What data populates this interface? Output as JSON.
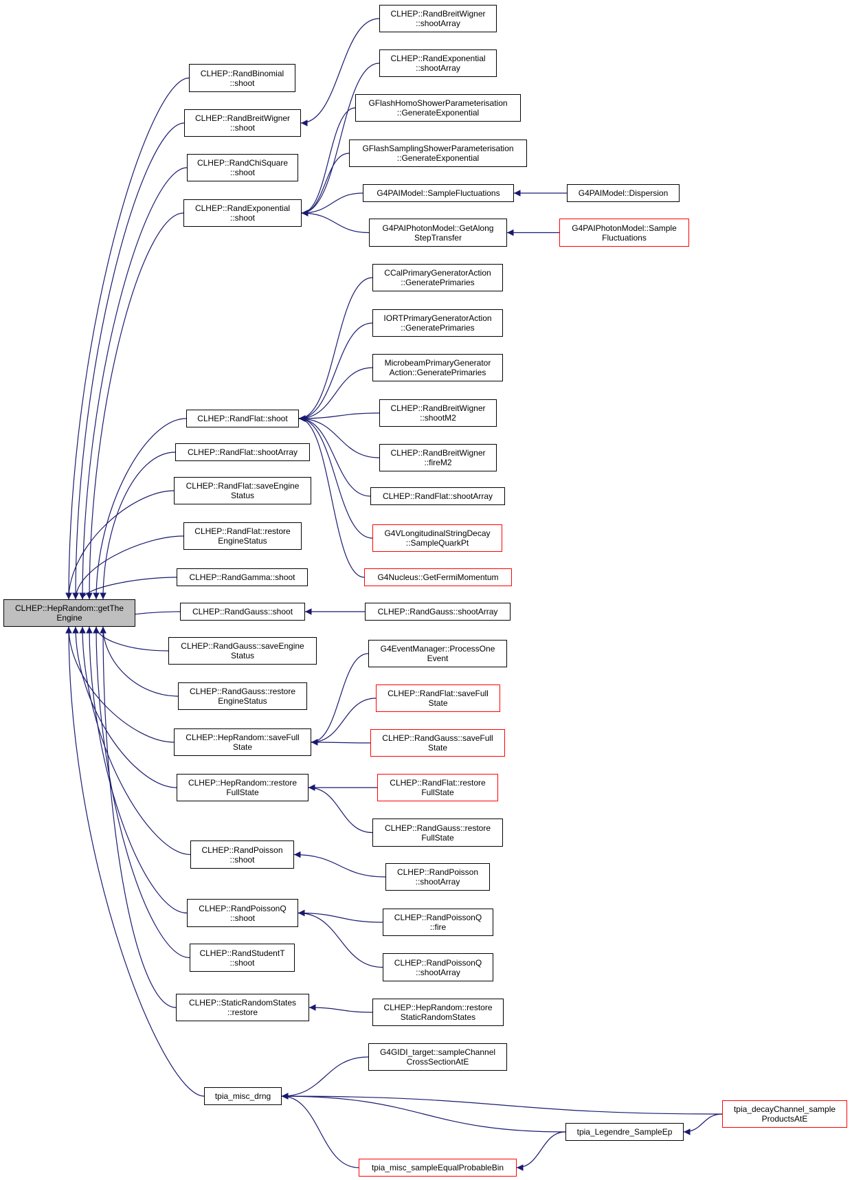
{
  "colors": {
    "edge": "#191970",
    "node_border": "#000000",
    "node_border_truncated": "#ff0000",
    "root_fill": "#bfbfbf"
  },
  "nodes": [
    {
      "id": "root",
      "label": "CLHEP::HepRandom::getThe\nEngine",
      "style": "root"
    },
    {
      "id": "binomial",
      "label": "CLHEP::RandBinomial\n::shoot"
    },
    {
      "id": "bw_shoot",
      "label": "CLHEP::RandBreitWigner\n::shoot"
    },
    {
      "id": "chisq",
      "label": "CLHEP::RandChiSquare\n::shoot"
    },
    {
      "id": "exp_shoot",
      "label": "CLHEP::RandExponential\n::shoot"
    },
    {
      "id": "flat_shoot",
      "label": "CLHEP::RandFlat::shoot"
    },
    {
      "id": "flat_shootarray_l",
      "label": "CLHEP::RandFlat::shootArray"
    },
    {
      "id": "flat_saveengine",
      "label": "CLHEP::RandFlat::saveEngine\nStatus"
    },
    {
      "id": "flat_restoreengine",
      "label": "CLHEP::RandFlat::restore\nEngineStatus"
    },
    {
      "id": "gamma",
      "label": "CLHEP::RandGamma::shoot"
    },
    {
      "id": "gauss_shoot",
      "label": "CLHEP::RandGauss::shoot"
    },
    {
      "id": "gauss_saveengine",
      "label": "CLHEP::RandGauss::saveEngine\nStatus"
    },
    {
      "id": "gauss_restoreengine",
      "label": "CLHEP::RandGauss::restore\nEngineStatus"
    },
    {
      "id": "hr_savefull",
      "label": "CLHEP::HepRandom::saveFull\nState"
    },
    {
      "id": "hr_restorefull",
      "label": "CLHEP::HepRandom::restore\nFullState"
    },
    {
      "id": "poisson",
      "label": "CLHEP::RandPoisson\n::shoot"
    },
    {
      "id": "poissonq",
      "label": "CLHEP::RandPoissonQ\n::shoot"
    },
    {
      "id": "studentt",
      "label": "CLHEP::RandStudentT\n::shoot"
    },
    {
      "id": "static_restore",
      "label": "CLHEP::StaticRandomStates\n::restore"
    },
    {
      "id": "tpia_drng",
      "label": "tpia_misc_drng"
    },
    {
      "id": "bw_shootarray",
      "label": "CLHEP::RandBreitWigner\n::shootArray"
    },
    {
      "id": "exp_shootarray",
      "label": "CLHEP::RandExponential\n::shootArray"
    },
    {
      "id": "gflash_homo",
      "label": "GFlashHomoShowerParameterisation\n::GenerateExponential"
    },
    {
      "id": "gflash_sampling",
      "label": "GFlashSamplingShowerParameterisation\n::GenerateExponential"
    },
    {
      "id": "pai_samplefluct",
      "label": "G4PAIModel::SampleFluctuations"
    },
    {
      "id": "paiphoton_getalong",
      "label": "G4PAIPhotonModel::GetAlong\nStepTransfer"
    },
    {
      "id": "pai_dispersion",
      "label": "G4PAIModel::Dispersion"
    },
    {
      "id": "paiphoton_samplefluct",
      "label": "G4PAIPhotonModel::Sample\nFluctuations",
      "style": "red"
    },
    {
      "id": "ccal",
      "label": "CCalPrimaryGeneratorAction\n::GeneratePrimaries"
    },
    {
      "id": "iort",
      "label": "IORTPrimaryGeneratorAction\n::GeneratePrimaries"
    },
    {
      "id": "microbeam",
      "label": "MicrobeamPrimaryGenerator\nAction::GeneratePrimaries"
    },
    {
      "id": "bw_shootm2",
      "label": "CLHEP::RandBreitWigner\n::shootM2"
    },
    {
      "id": "bw_firem2",
      "label": "CLHEP::RandBreitWigner\n::fireM2"
    },
    {
      "id": "flat_shootarray_r",
      "label": "CLHEP::RandFlat::shootArray"
    },
    {
      "id": "g4vlong",
      "label": "G4VLongitudinalStringDecay\n::SampleQuarkPt",
      "style": "red"
    },
    {
      "id": "g4nucleus",
      "label": "G4Nucleus::GetFermiMomentum",
      "style": "red"
    },
    {
      "id": "gauss_shootarray",
      "label": "CLHEP::RandGauss::shootArray"
    },
    {
      "id": "g4event",
      "label": "G4EventManager::ProcessOne\nEvent"
    },
    {
      "id": "flat_savefull",
      "label": "CLHEP::RandFlat::saveFull\nState",
      "style": "red"
    },
    {
      "id": "gauss_savefull",
      "label": "CLHEP::RandGauss::saveFull\nState",
      "style": "red"
    },
    {
      "id": "flat_restorefull",
      "label": "CLHEP::RandFlat::restore\nFullState",
      "style": "red"
    },
    {
      "id": "gauss_restorefull",
      "label": "CLHEP::RandGauss::restore\nFullState"
    },
    {
      "id": "poisson_shootarray",
      "label": "CLHEP::RandPoisson\n::shootArray"
    },
    {
      "id": "poissonq_fire",
      "label": "CLHEP::RandPoissonQ\n::fire"
    },
    {
      "id": "poissonq_shootarray",
      "label": "CLHEP::RandPoissonQ\n::shootArray"
    },
    {
      "id": "hr_restorestatic",
      "label": "CLHEP::HepRandom::restore\nStaticRandomStates"
    },
    {
      "id": "g4gidi",
      "label": "G4GIDI_target::sampleChannel\nCrossSectionAtE"
    },
    {
      "id": "tpia_decay",
      "label": "tpia_decayChannel_sample\nProductsAtE",
      "style": "red"
    },
    {
      "id": "tpia_legendre",
      "label": "tpia_Legendre_SampleEp"
    },
    {
      "id": "tpia_equalbin",
      "label": "tpia_misc_sampleEqualProbableBin",
      "style": "red"
    }
  ],
  "edges": [
    [
      "binomial",
      "root"
    ],
    [
      "bw_shoot",
      "root"
    ],
    [
      "chisq",
      "root"
    ],
    [
      "exp_shoot",
      "root"
    ],
    [
      "flat_shoot",
      "root"
    ],
    [
      "flat_shootarray_l",
      "root"
    ],
    [
      "flat_saveengine",
      "root"
    ],
    [
      "flat_restoreengine",
      "root"
    ],
    [
      "gamma",
      "root"
    ],
    [
      "gauss_shoot",
      "root"
    ],
    [
      "gauss_saveengine",
      "root"
    ],
    [
      "gauss_restoreengine",
      "root"
    ],
    [
      "hr_savefull",
      "root"
    ],
    [
      "hr_restorefull",
      "root"
    ],
    [
      "poisson",
      "root"
    ],
    [
      "poissonq",
      "root"
    ],
    [
      "studentt",
      "root"
    ],
    [
      "static_restore",
      "root"
    ],
    [
      "tpia_drng",
      "root"
    ],
    [
      "bw_shootarray",
      "bw_shoot"
    ],
    [
      "exp_shootarray",
      "exp_shoot"
    ],
    [
      "gflash_homo",
      "exp_shoot"
    ],
    [
      "gflash_sampling",
      "exp_shoot"
    ],
    [
      "pai_samplefluct",
      "exp_shoot"
    ],
    [
      "paiphoton_getalong",
      "exp_shoot"
    ],
    [
      "pai_dispersion",
      "pai_samplefluct"
    ],
    [
      "paiphoton_samplefluct",
      "paiphoton_getalong"
    ],
    [
      "ccal",
      "flat_shoot"
    ],
    [
      "iort",
      "flat_shoot"
    ],
    [
      "microbeam",
      "flat_shoot"
    ],
    [
      "bw_shootm2",
      "flat_shoot"
    ],
    [
      "bw_firem2",
      "flat_shoot"
    ],
    [
      "flat_shootarray_r",
      "flat_shoot"
    ],
    [
      "g4vlong",
      "flat_shoot"
    ],
    [
      "g4nucleus",
      "flat_shoot"
    ],
    [
      "gauss_shootarray",
      "gauss_shoot"
    ],
    [
      "g4event",
      "hr_savefull"
    ],
    [
      "flat_savefull",
      "hr_savefull"
    ],
    [
      "gauss_savefull",
      "hr_savefull"
    ],
    [
      "flat_restorefull",
      "hr_restorefull"
    ],
    [
      "gauss_restorefull",
      "hr_restorefull"
    ],
    [
      "poisson_shootarray",
      "poisson"
    ],
    [
      "poissonq_fire",
      "poissonq"
    ],
    [
      "poissonq_shootarray",
      "poissonq"
    ],
    [
      "hr_restorestatic",
      "static_restore"
    ],
    [
      "g4gidi",
      "tpia_drng"
    ],
    [
      "tpia_decay",
      "tpia_drng"
    ],
    [
      "tpia_legendre",
      "tpia_drng"
    ],
    [
      "tpia_equalbin",
      "tpia_drng"
    ],
    [
      "tpia_decay",
      "tpia_legendre"
    ],
    [
      "tpia_legendre",
      "tpia_equalbin"
    ]
  ]
}
